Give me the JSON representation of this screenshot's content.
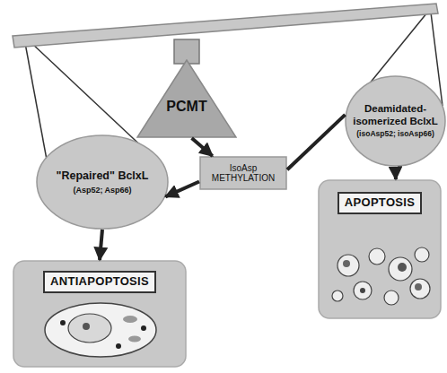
{
  "diagram": {
    "nodes": [
      {
        "text": [
          "PCMT"
        ]
      },
      {
        "text": [
          "\"Repaired\" BclxL",
          "(Asp52; Asp66)"
        ]
      },
      {
        "text": [
          "Deamidated-isomerized BclxL",
          "(isoAsp52; isoAsp66)"
        ]
      },
      {
        "text": [
          "IsoAsp METHYLATION"
        ]
      },
      {
        "text": [
          "ANTIAPOPTOSIS"
        ]
      },
      {
        "text": [
          "APOPTOSIS"
        ]
      }
    ],
    "edges": [
      {
        "from": 0,
        "to": 3,
        "arrow": "to"
      },
      {
        "from": 2,
        "to": 3,
        "arrow": "none"
      },
      {
        "from": 3,
        "to": 1,
        "arrow": "to"
      },
      {
        "from": 1,
        "to": 4,
        "arrow": "to"
      },
      {
        "from": 2,
        "to": 5,
        "arrow": "to"
      }
    ]
  }
}
